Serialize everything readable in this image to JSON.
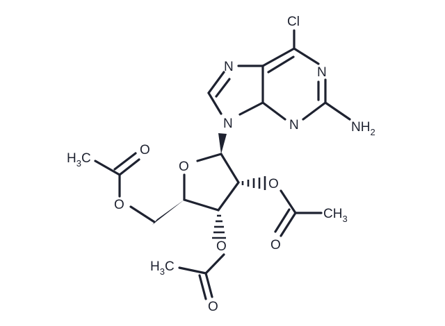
{
  "molecule": {
    "atoms": {
      "cl": "Cl",
      "n7": "N",
      "n1": "N",
      "n3": "N",
      "n9": "N",
      "nh2": "NH",
      "nh2_sub": "2",
      "o_ring": "O",
      "o_carbonyl_left": "O",
      "o_ester_left": "O",
      "ch3_left": "H",
      "ch3_left_sub": "3",
      "ch3_left_c": "C",
      "o_ester_right": "O",
      "o_carbonyl_right": "O",
      "ch3_right": "CH",
      "ch3_right_sub": "3",
      "o_ester_bottom": "O",
      "o_carbonyl_bottom": "O",
      "ch3_bottom": "H",
      "ch3_bottom_sub": "3",
      "ch3_bottom_c": "C"
    }
  }
}
